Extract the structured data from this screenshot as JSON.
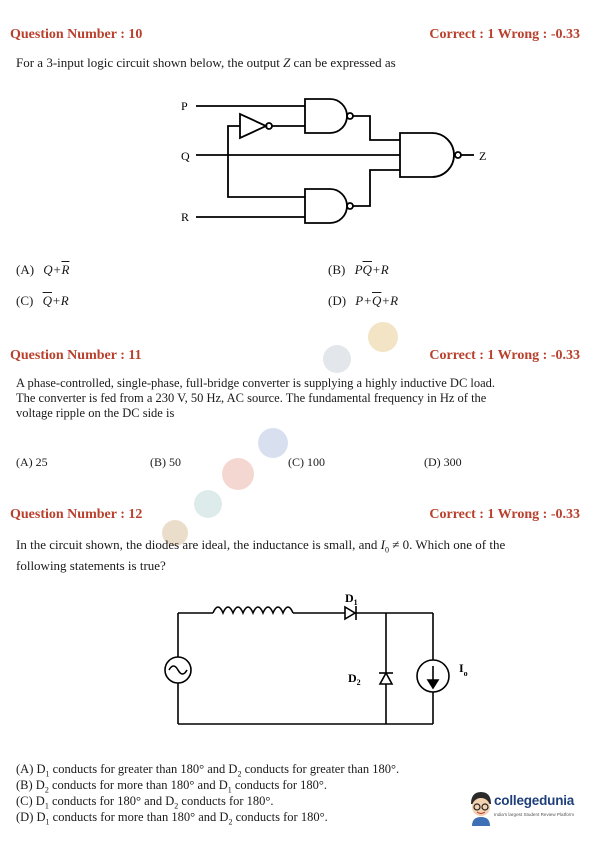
{
  "q10": {
    "number": "Question Number : 10",
    "marks": "Correct : 1  Wrong : -0.33",
    "text": "For a 3-input logic circuit shown below, the output",
    "text_var": "Z",
    "text_end": "can be expressed as",
    "labels": {
      "p": "P",
      "q": "Q",
      "r": "R",
      "z": "Z"
    },
    "options": {
      "a_label": "(A)",
      "a_pre": "Q+",
      "a_bar": "R",
      "b_label": "(B)",
      "b_pre": "P",
      "b_bar": "Q",
      "b_post": "+R",
      "c_label": "(C)",
      "c_bar": "Q",
      "c_post": "+R",
      "d_label": "(D)",
      "d_pre": "P+",
      "d_bar": "Q",
      "d_post": "+R"
    }
  },
  "q11": {
    "number": "Question Number : 11",
    "marks": "Correct : 1  Wrong : -0.33",
    "line1": "A phase-controlled, single-phase, full-bridge converter is supplying a highly inductive DC load.",
    "line2": "The converter is fed from a 230 V, 50 Hz, AC source. The fundamental frequency in Hz of the",
    "line3": "voltage ripple on the DC side is",
    "options": {
      "a": "(A) 25",
      "b": "(B) 50",
      "c": "(C)  100",
      "d": "(D)  300"
    }
  },
  "q12": {
    "number": "Question Number : 12",
    "marks": "Correct : 1  Wrong : -0.33",
    "line1_a": "In the circuit shown, the diodes are ideal, the inductance is small, and",
    "i0_var": "I",
    "i0_sub": "0",
    "line1_b": "≠ 0. Which one of the",
    "line2": "following statements is true?",
    "labels": {
      "d1": "D",
      "d1_sub": "1",
      "d2": "D",
      "d2_sub": "2",
      "io": "I",
      "io_sub": "o"
    },
    "options": [
      {
        "a": "(A) D",
        "s1": "1",
        "b": " conducts for greater than 180° and D",
        "s2": "2",
        "c": " conducts for greater than 180°."
      },
      {
        "a": "(B) D",
        "s1": "2",
        "b": " conducts for more than 180° and D",
        "s2": "1",
        "c": " conducts for 180°."
      },
      {
        "a": "(C) D",
        "s1": "1",
        "b": " conducts for 180° and D",
        "s2": "2",
        "c": " conducts for 180°."
      },
      {
        "a": "(D) D",
        "s1": "1",
        "b": " conducts for more than 180° and D",
        "s2": "2",
        "c": " conducts for 180°."
      }
    ]
  },
  "brand": {
    "name": "collegedunia",
    "tagline": "India's largest Student Review Platform",
    "color": "#1f3f7a"
  },
  "colors": {
    "heading": "#b8402d",
    "text": "#1a1a1a"
  }
}
